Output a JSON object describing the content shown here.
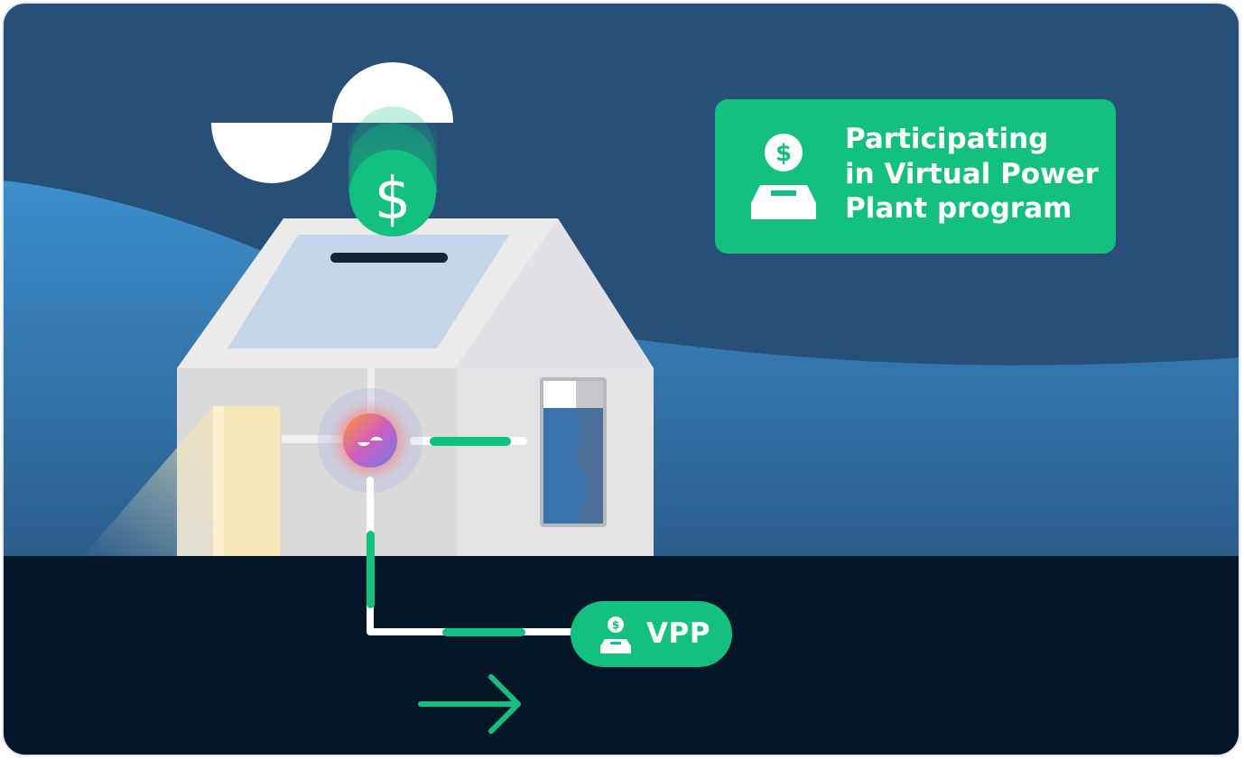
{
  "info_card": {
    "lines": [
      "Participating",
      "in Virtual Power",
      "Plant program"
    ],
    "icon": "vpp-dollar-station-icon"
  },
  "vpp_badge": {
    "label": "VPP",
    "icon": "vpp-dollar-station-icon"
  },
  "scene": {
    "coin_icon": "dollar-coin-icon",
    "solar_icon": "sun-half-disc-icon",
    "flow_arrow_icon": "arrow-right-icon",
    "colors": {
      "sky": "#284f77",
      "hill": "#3a86bf",
      "ground": "#021628",
      "accent_green": "#12c07f",
      "house_wall": "#dcdcdc",
      "solar_panel": "#c5d6ea",
      "battery": "#3a72ad"
    }
  }
}
